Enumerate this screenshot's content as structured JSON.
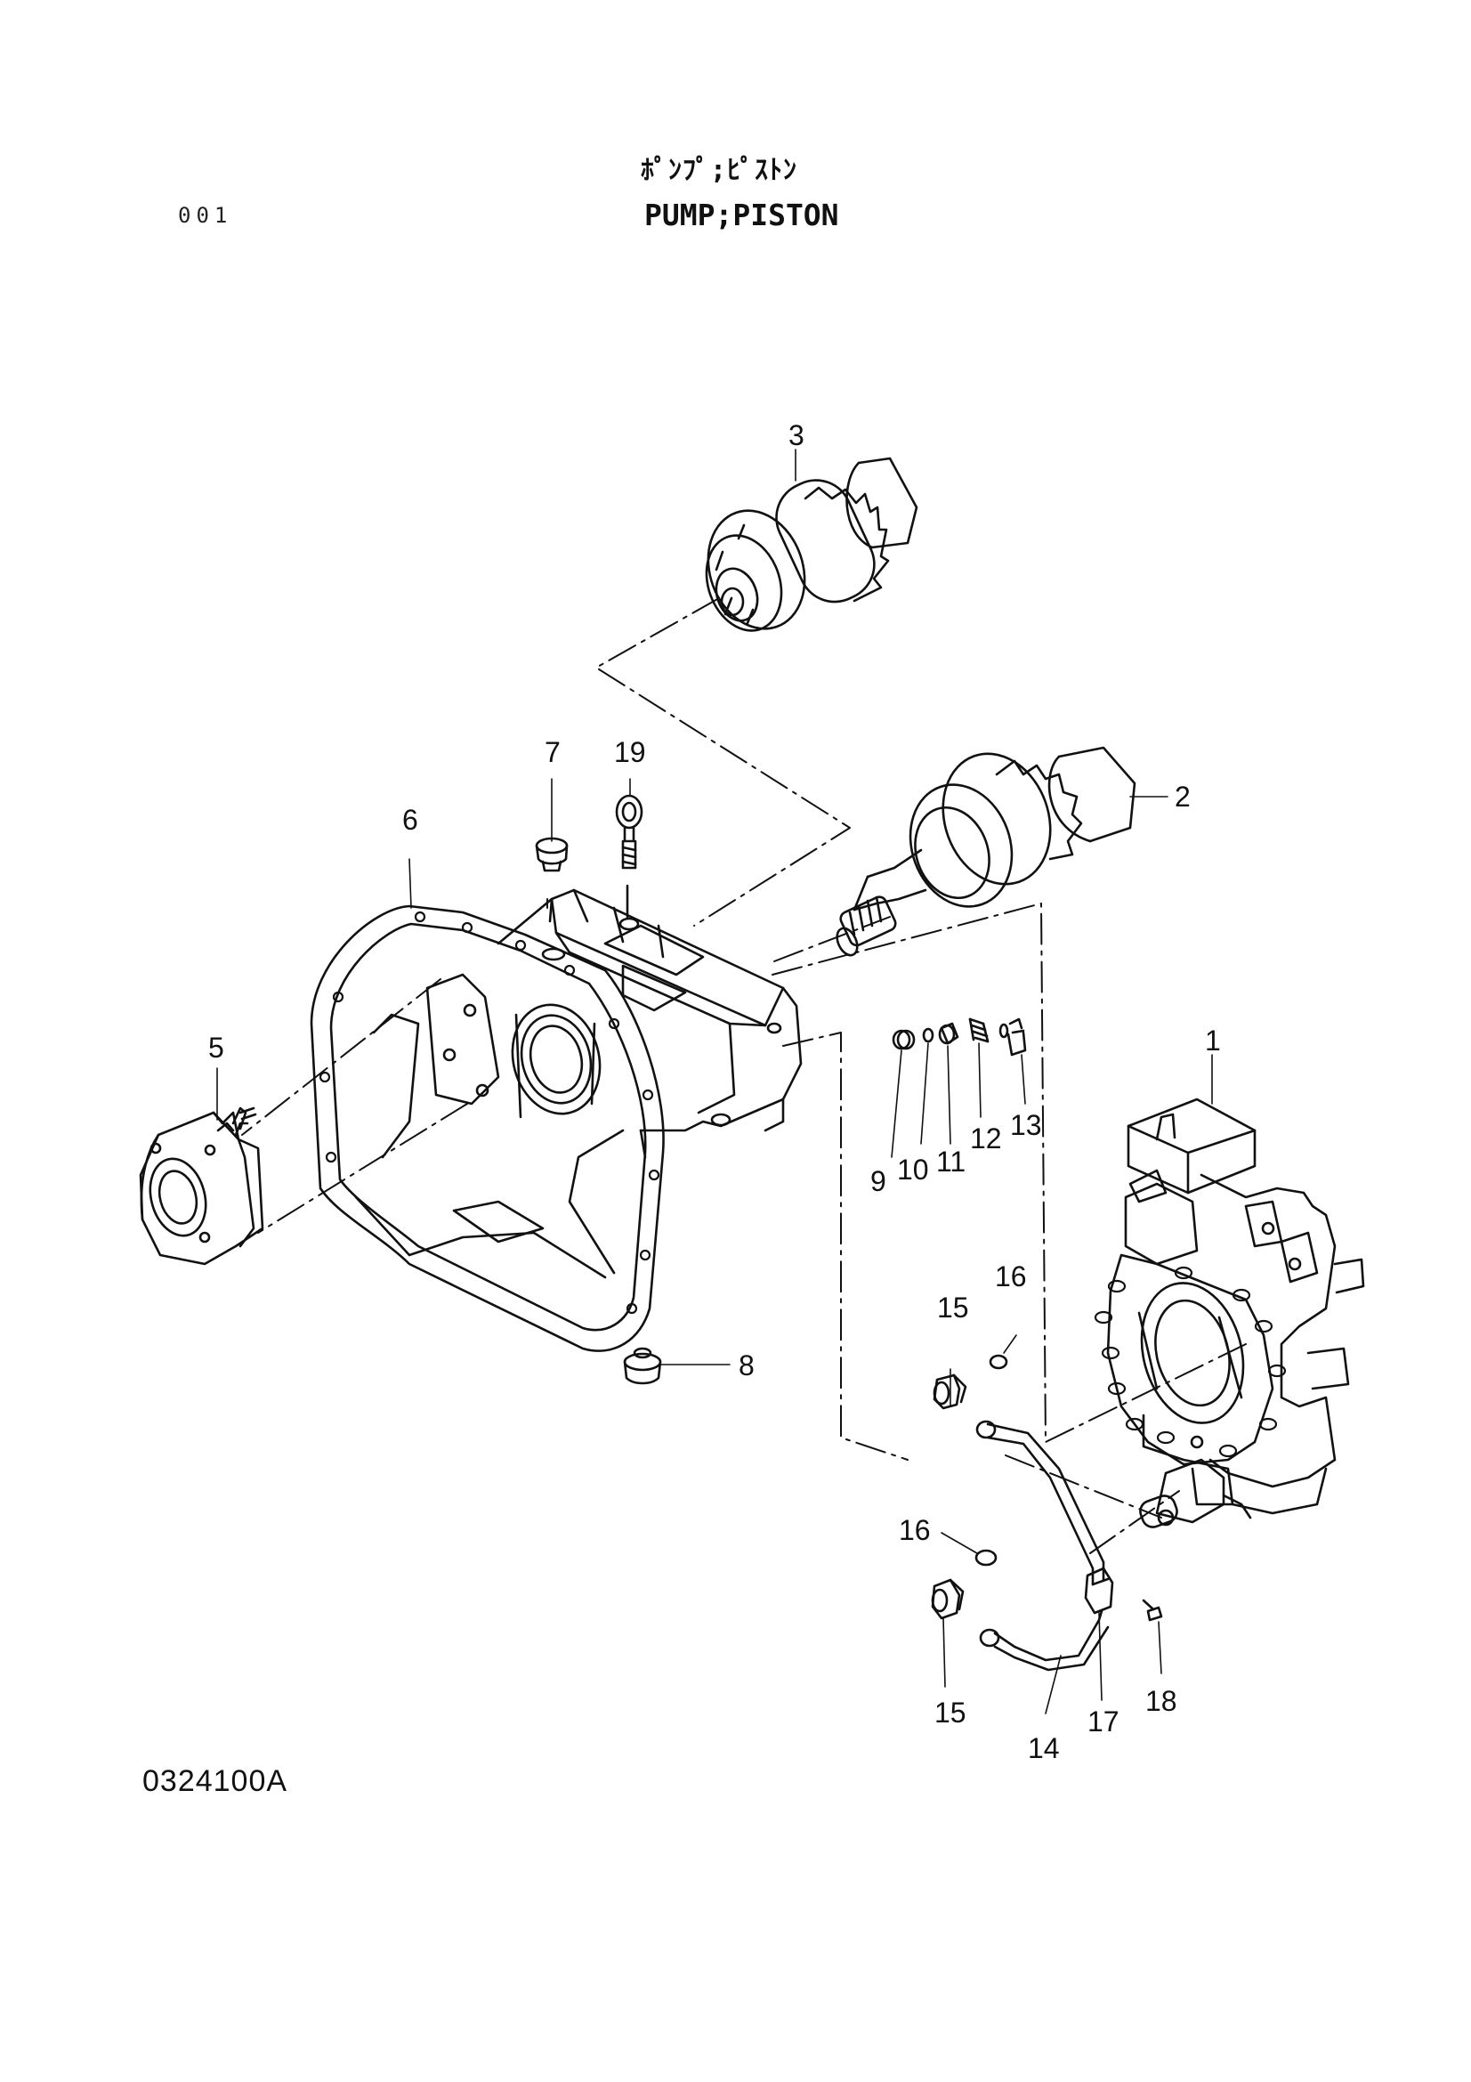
{
  "header": {
    "title_japanese": "ﾎﾟﾝﾌﾟ;ﾋﾟｽﾄﾝ",
    "title_english": "PUMP;PISTON",
    "page_number": "001"
  },
  "footer": {
    "figure_number": "0324100A"
  },
  "callouts": {
    "c1": "1",
    "c2": "2",
    "c3": "3",
    "c5": "5",
    "c6": "6",
    "c7": "7",
    "c8": "8",
    "c9": "9",
    "c10": "10",
    "c11": "11",
    "c12": "12",
    "c13": "13",
    "c14": "14",
    "c15a": "15",
    "c15b": "15",
    "c16a": "16",
    "c16b": "16",
    "c17": "17",
    "c18": "18",
    "c19": "19"
  },
  "colors": {
    "ink": "#111111",
    "paper": "#ffffff"
  }
}
